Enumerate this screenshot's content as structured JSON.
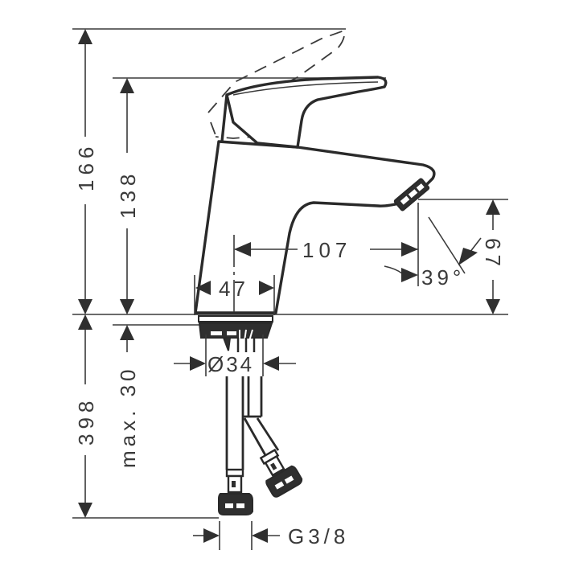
{
  "drawing": {
    "subject": "single-lever basin mixer faucet dimension drawing",
    "units": "mm",
    "line_color": "#2a2a2a",
    "background": "#ffffff"
  },
  "dimensions": {
    "total_height_lever_open": "166",
    "height_lever_closed": "138",
    "spout_projection": "107",
    "spout_outlet_height": "67",
    "spout_angle": "39°",
    "base_width": "47",
    "mounting_diameter": "Ø34",
    "below_deck_length": "398",
    "max_deck_thickness": "max. 30",
    "connection_thread": "G3/8"
  }
}
